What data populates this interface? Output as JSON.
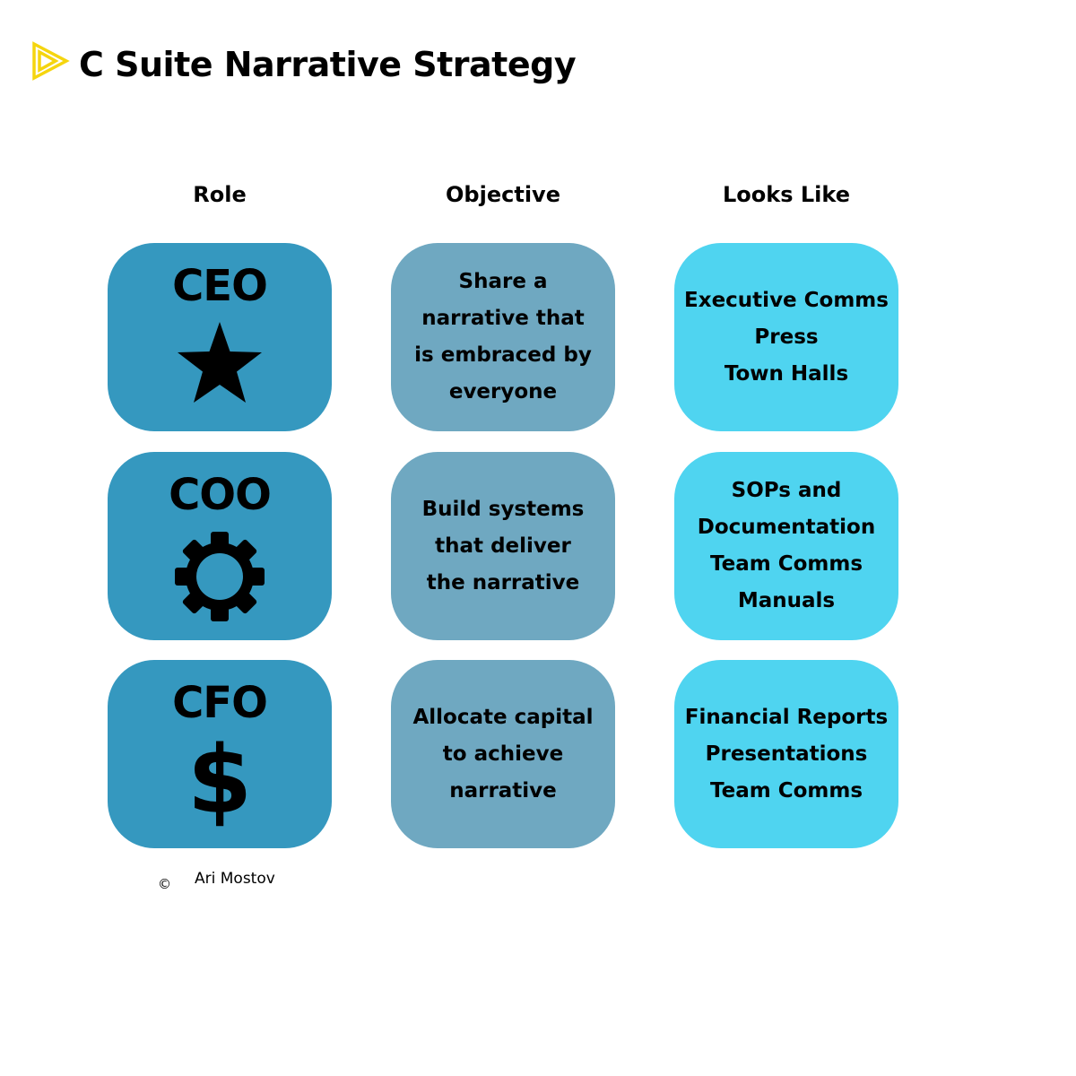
{
  "header": {
    "title": "C Suite Narrative Strategy",
    "logo_icon": "play-triangles-icon",
    "logo_color": "#f5d50f"
  },
  "columns": [
    "Role",
    "Objective",
    "Looks Like"
  ],
  "rows": [
    {
      "role": "CEO",
      "icon": "star-icon",
      "objective": [
        "Share a",
        "narrative that",
        "is embraced by",
        "everyone"
      ],
      "looks_like": [
        "Executive Comms",
        "Press",
        "Town Halls"
      ]
    },
    {
      "role": "COO",
      "icon": "gear-icon",
      "objective": [
        "Build systems",
        "that deliver",
        "the narrative"
      ],
      "looks_like": [
        "SOPs and",
        "Documentation",
        "Team Comms",
        "Manuals"
      ]
    },
    {
      "role": "CFO",
      "icon": "dollar-icon",
      "objective": [
        "Allocate capital",
        "to achieve",
        "narrative"
      ],
      "looks_like": [
        "Financial Reports",
        "Presentations",
        "Team Comms"
      ]
    }
  ],
  "footer": {
    "copyright_symbol": "©",
    "author": "Ari Mostov"
  },
  "colors": {
    "role_card": "#3598bf",
    "objective_card": "#6fa8c1",
    "looks_like_card": "#4fd4f0",
    "icon": "#000000"
  }
}
